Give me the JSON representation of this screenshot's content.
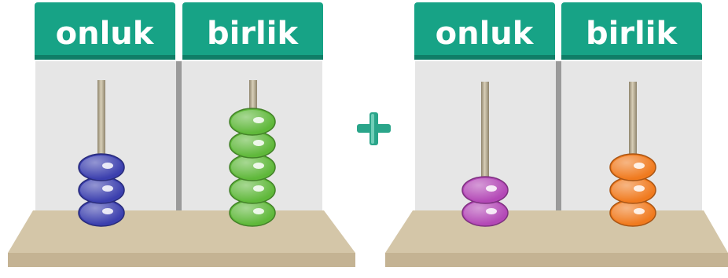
{
  "abacuses": [
    {
      "columns": [
        {
          "label": "onluk",
          "beads": 3,
          "color": "#3b3fae"
        },
        {
          "label": "birlik",
          "beads": 5,
          "color": "#5fb83a"
        }
      ]
    },
    {
      "columns": [
        {
          "label": "onluk",
          "beads": 2,
          "color": "#b348b6"
        },
        {
          "label": "birlik",
          "beads": 3,
          "color": "#f07a1e"
        }
      ]
    }
  ],
  "operator": {
    "symbol": "+",
    "color": "#2aa58a"
  },
  "colors": {
    "header": "#17a386",
    "panel": "#e6e6e6",
    "divider": "#9a9a9a",
    "base_top": "#d4c6a8",
    "base_front": "#c4b393",
    "rod": "#b0a58c"
  }
}
